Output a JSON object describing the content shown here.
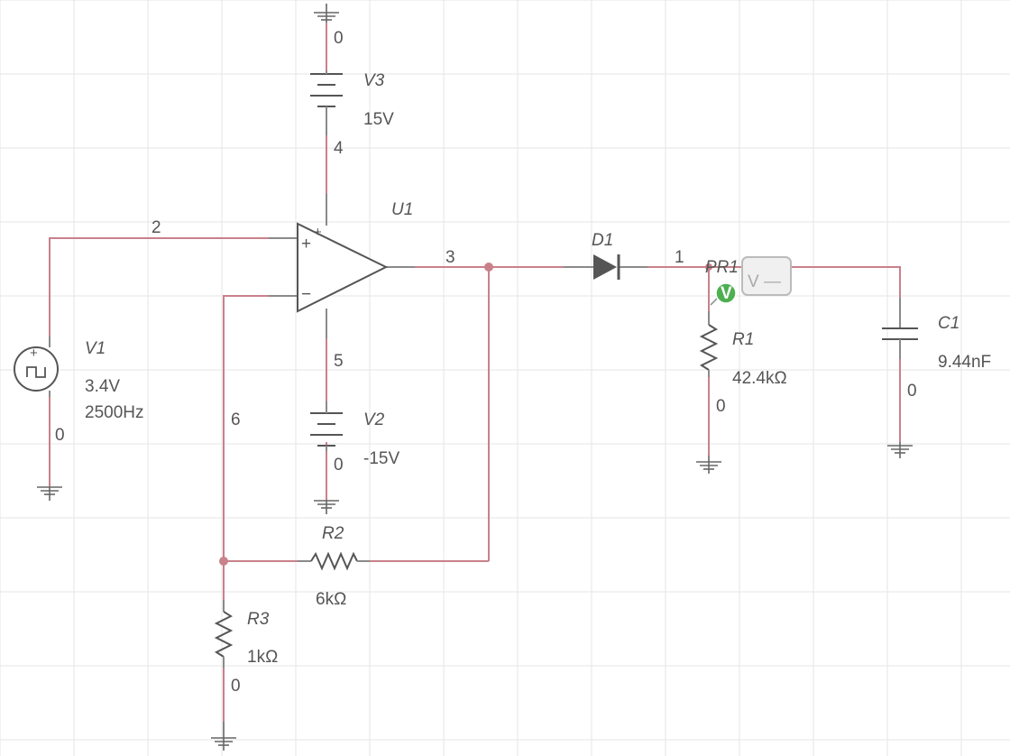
{
  "nodes": {
    "n0": "0",
    "n1": "1",
    "n2": "2",
    "n3": "3",
    "n4": "4",
    "n5": "5",
    "n6": "6"
  },
  "components": {
    "V1": {
      "name": "V1",
      "voltage": "3.4V",
      "frequency": "2500Hz"
    },
    "V2": {
      "name": "V2",
      "voltage": "-15V"
    },
    "V3": {
      "name": "V3",
      "voltage": "15V"
    },
    "U1": {
      "name": "U1",
      "plus": "+",
      "minus": "−"
    },
    "D1": {
      "name": "D1"
    },
    "R1": {
      "name": "R1",
      "value": "42.4kΩ"
    },
    "R2": {
      "name": "R2",
      "value": "6kΩ"
    },
    "R3": {
      "name": "R3",
      "value": "1kΩ"
    },
    "C1": {
      "name": "C1",
      "value": "9.44nF"
    },
    "PR1": {
      "name": "PR1",
      "marker": "V",
      "meter": "V —"
    }
  },
  "colors": {
    "wire": "#c9818a",
    "probe": "#4caf50",
    "grid": "#e6e6e6"
  }
}
